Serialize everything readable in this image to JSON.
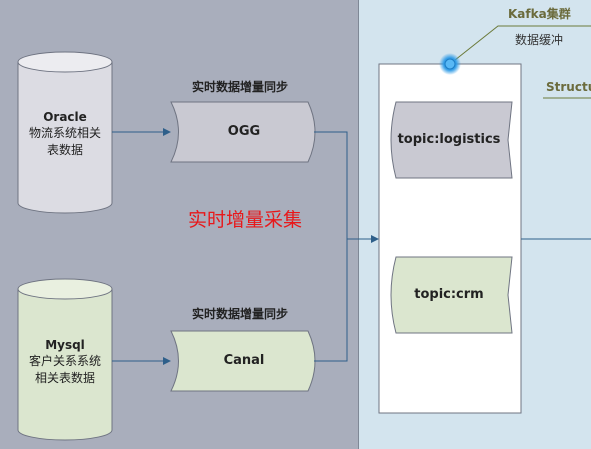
{
  "sources": [
    {
      "title": "Oracle",
      "subtitle_lines": [
        "物流系统相关",
        "表数据"
      ],
      "color": "#dcdce3"
    },
    {
      "title": "Mysql",
      "subtitle_lines": [
        "客户关系系统",
        "相关表数据"
      ],
      "color": "#dbe6cf"
    }
  ],
  "sync_label_top": "实时数据增量同步",
  "sync_label_bottom": "实时数据增量同步",
  "nodes": {
    "ogg": "OGG",
    "canal": "Canal"
  },
  "realtime_label": "实时增量采集",
  "kafka": {
    "title": "Kafka集群",
    "subtitle": "数据缓冲"
  },
  "topics": [
    {
      "label": "topic:logistics",
      "color": "#c9c9d2"
    },
    {
      "label": "topic:crm",
      "color": "#dbe6cf"
    }
  ],
  "structured_label": "Structu",
  "colors": {
    "left_bg": "#a9aebc",
    "right_bg": "#d3e4ee",
    "arrow": "#2e5f8a",
    "accent_red": "#e8181a"
  }
}
